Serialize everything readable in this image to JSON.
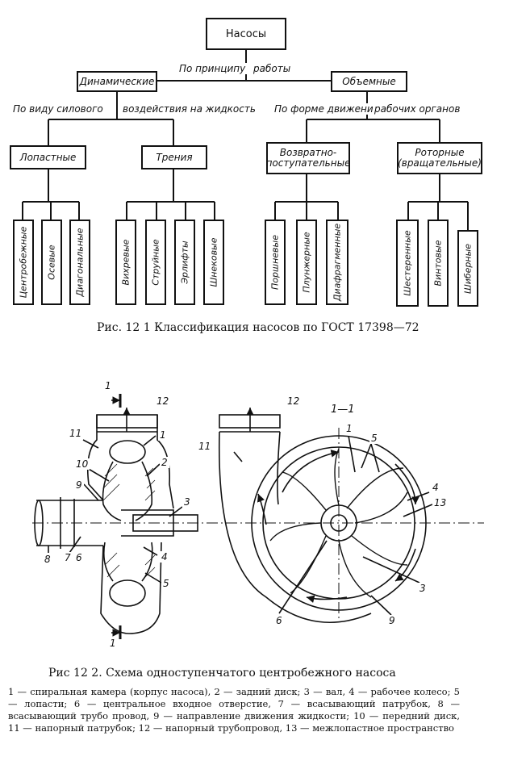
{
  "figure1": {
    "root": "Насосы",
    "principle_label_left": "По принципу",
    "principle_label_right": "работы",
    "dynamic": "Динамические",
    "volumetric": "Объемные",
    "force_label_left": "По виду силового",
    "force_label_right": "воздействия на жидкость",
    "motion_label_left": "По форме движения",
    "motion_label_right": "рабочих органов",
    "bladed": "Лопастные",
    "friction": "Трения",
    "reciprocating": "Возвратно-поступательные",
    "rotary": "Роторные (вращательные)",
    "bladed_types": [
      "Центробежные",
      "Осевые",
      "Диагональные"
    ],
    "friction_types": [
      "Вихревые",
      "Струйные",
      "Эрлифты",
      "Шнековые"
    ],
    "reciprocating_types": [
      "Поршневые",
      "Плунжерные",
      "Диафрагменные"
    ],
    "rotary_types": [
      "Шестеренные",
      "Винтовые",
      "Шиберные"
    ],
    "caption": "Рис. 12 1  Классификация насосов по ГОСТ 17398—72"
  },
  "figure2": {
    "section_label": "1—1",
    "section_mark": "1",
    "numbers": [
      "1",
      "2",
      "3",
      "4",
      "5",
      "6",
      "7",
      "8",
      "9",
      "10",
      "11",
      "12",
      "13"
    ],
    "caption": "Рис   12 2. Схема одноступенчатого центробежного насоса",
    "legend": "1 — спиральная камера (корпус насоса), 2 — задний диск; 3 — вал, 4 — рабочее колесо; 5 — лопасти; 6 — центральное входное отверстие, 7 — всасывающий патрубок, 8 — всасывающий трубо провод, 9 — направление движения жидкости; 10 — передний диск, 11 — напорный патрубок; 12 — напорный трубопровод, 13 — межлопастное пространство"
  }
}
